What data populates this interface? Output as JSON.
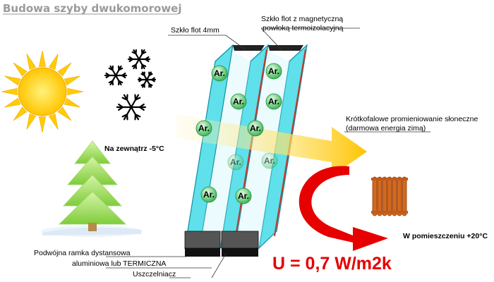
{
  "title": "Budowa szyby dwukomorowej",
  "labels": {
    "float_glass": "Szkło flot 4mm",
    "magnetic_glass_line1": "Szkło flot z magnetyczną",
    "magnetic_glass_line2": "powłoką termoizolacyjną",
    "outside_temp": "Na zewnątrz -5°C",
    "solar_line1": "Krótkofalowe promieniowanie słoneczne",
    "solar_line2": "(darmowa energia zimą)",
    "inside_temp": "W pomieszczeniu +20°C",
    "spacer_line1": "Podwójna  ramka dystansowa",
    "spacer_line2": "aluminiowa lub TERMICZNA",
    "sealant": "Uszczelniacz",
    "u_value": "U = 0,7 W/m2k"
  },
  "gas_label": "Ar.",
  "colors": {
    "glass": "#2fd3e0",
    "glass_edge": "#0f8fa0",
    "coating": "#c0392b",
    "spacer": "#222222",
    "sun": "#ffcc00",
    "arrow_red": "#e60000",
    "radiator": "#d2691e",
    "tree": "#8fd44a",
    "u_value": "#e60000"
  },
  "icons": [
    "sun-icon",
    "snowflake-icon",
    "tree-icon",
    "radiator-icon",
    "heat-arrow-icon",
    "solar-ray-icon"
  ]
}
